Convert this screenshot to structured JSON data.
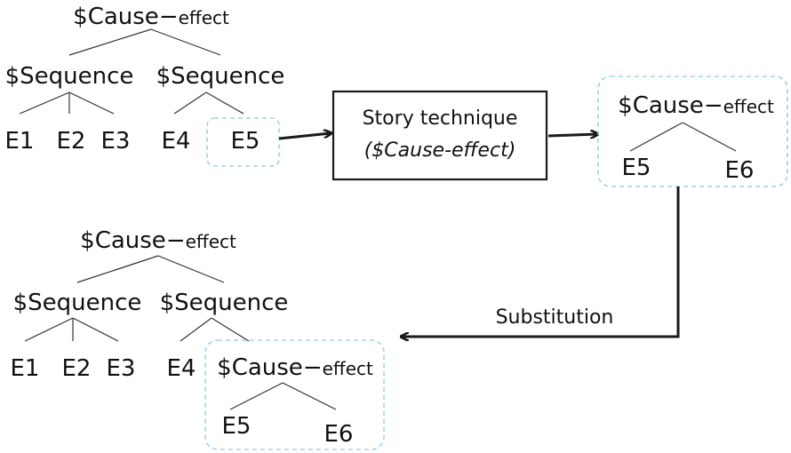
{
  "top_tree": {
    "root": {
      "prefix": "$Cause",
      "dash": "−",
      "suffix": "effect"
    },
    "seq_left": "$Sequence",
    "seq_right": "$Sequence",
    "leaves": [
      "E1",
      "E2",
      "E3",
      "E4",
      "E5"
    ]
  },
  "technique_box": {
    "line1": "Story technique",
    "line2": "($Cause-effect)"
  },
  "result_tree": {
    "root": {
      "prefix": "$Cause",
      "dash": "−",
      "suffix": "effect"
    },
    "leaves": [
      "E5",
      "E6"
    ]
  },
  "substitution_label": "Substitution",
  "bottom_tree": {
    "root": {
      "prefix": "$Cause",
      "dash": "−",
      "suffix": "effect"
    },
    "seq_left": "$Sequence",
    "seq_right": "$Sequence",
    "leaves": [
      "E1",
      "E2",
      "E3",
      "E4"
    ],
    "sub_root": {
      "prefix": "$Cause",
      "dash": "−",
      "suffix": "effect"
    },
    "sub_leaves": [
      "E5",
      "E6"
    ]
  },
  "colors": {
    "dashed_highlight": "#9fd3ea",
    "lines": "#1a1a1a"
  }
}
